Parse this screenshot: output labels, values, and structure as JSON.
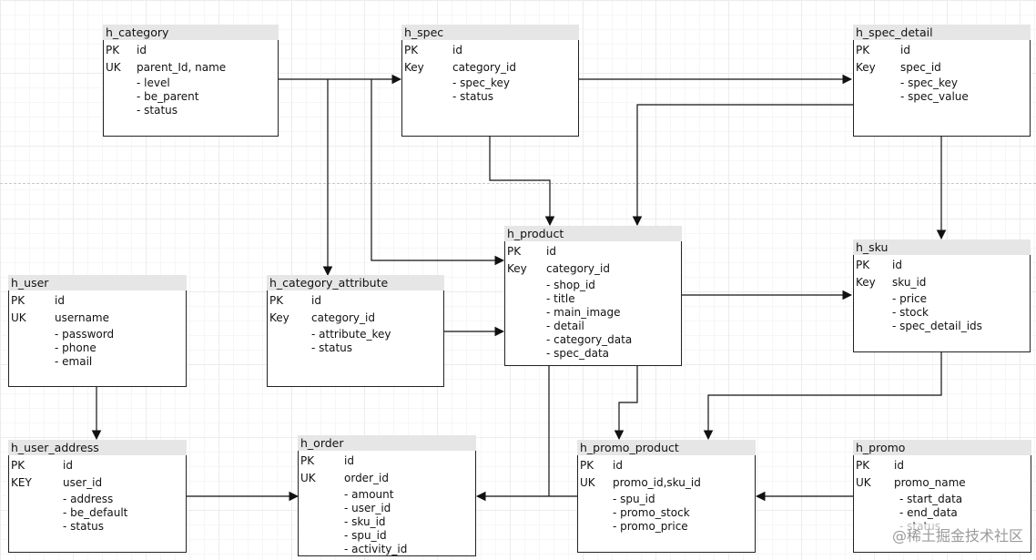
{
  "entities": {
    "h_category": {
      "title": "h_category",
      "k1": "PK",
      "v1": "id",
      "k2": "UK",
      "v2": "parent_Id, name",
      "attrs": [
        "- level",
        "- be_parent",
        "- status"
      ]
    },
    "h_spec": {
      "title": "h_spec",
      "k1": "PK",
      "v1": "id",
      "k2": "Key",
      "v2": "category_id",
      "attrs": [
        "- spec_key",
        "- status"
      ]
    },
    "h_spec_detail": {
      "title": "h_spec_detail",
      "k1": "PK",
      "v1": "id",
      "k2": "Key",
      "v2": "spec_id",
      "attrs": [
        "- spec_key",
        "- spec_value"
      ]
    },
    "h_product": {
      "title": "h_product",
      "k1": "PK",
      "v1": "id",
      "k2": "Key",
      "v2": "category_id",
      "attrs": [
        "- shop_id",
        "- title",
        "- main_image",
        "- detail",
        "- category_data",
        "- spec_data"
      ]
    },
    "h_sku": {
      "title": "h_sku",
      "k1": "PK",
      "v1": "id",
      "k2": "Key",
      "v2": "sku_id",
      "attrs": [
        "- price",
        "- stock",
        "- spec_detail_ids"
      ]
    },
    "h_user": {
      "title": "h_user",
      "k1": "PK",
      "v1": "id",
      "k2": "UK",
      "v2": "username",
      "attrs": [
        "- password",
        "- phone",
        "- email"
      ]
    },
    "h_category_attribute": {
      "title": "h_category_attribute",
      "k1": "PK",
      "v1": "id",
      "k2": "Key",
      "v2": "category_id",
      "attrs": [
        "- attribute_key",
        "- status"
      ]
    },
    "h_user_address": {
      "title": "h_user_address",
      "k1": "PK",
      "v1": "id",
      "k2": "KEY",
      "v2": "user_id",
      "attrs": [
        "- address",
        "- be_default",
        "- status"
      ]
    },
    "h_order": {
      "title": "h_order",
      "k1": "PK",
      "v1": "id",
      "k2": "UK",
      "v2": "order_id",
      "attrs": [
        "- amount",
        "- user_id",
        "- sku_id",
        "- spu_id",
        "- activity_id"
      ]
    },
    "h_promo_product": {
      "title": "h_promo_product",
      "k1": "PK",
      "v1": "id",
      "k2": "UK",
      "v2": "promo_id,sku_id",
      "attrs": [
        "- spu_id",
        "- promo_stock",
        "- promo_price"
      ]
    },
    "h_promo": {
      "title": "h_promo",
      "k1": "PK",
      "v1": "id",
      "k2": "UK",
      "v2": "promo_name",
      "attrs": [
        "- start_data",
        "- end_data",
        "- status"
      ]
    }
  },
  "relationships": [
    {
      "from": "h_category",
      "to": "h_spec"
    },
    {
      "from": "h_category",
      "to": "h_category_attribute"
    },
    {
      "from": "h_category",
      "to": "h_product"
    },
    {
      "from": "h_spec",
      "to": "h_spec_detail"
    },
    {
      "from": "h_spec",
      "to": "h_product"
    },
    {
      "from": "h_spec_detail",
      "to": "h_product"
    },
    {
      "from": "h_spec_detail",
      "to": "h_sku"
    },
    {
      "from": "h_category_attribute",
      "to": "h_product"
    },
    {
      "from": "h_product",
      "to": "h_sku"
    },
    {
      "from": "h_product",
      "to": "h_promo_product"
    },
    {
      "from": "h_product",
      "to": "h_order"
    },
    {
      "from": "h_sku",
      "to": "h_promo_product"
    },
    {
      "from": "h_user",
      "to": "h_user_address"
    },
    {
      "from": "h_user_address",
      "to": "h_order"
    },
    {
      "from": "h_promo_product",
      "to": "h_order"
    },
    {
      "from": "h_promo",
      "to": "h_promo_product"
    }
  ],
  "watermark": "@稀土掘金技术社区"
}
